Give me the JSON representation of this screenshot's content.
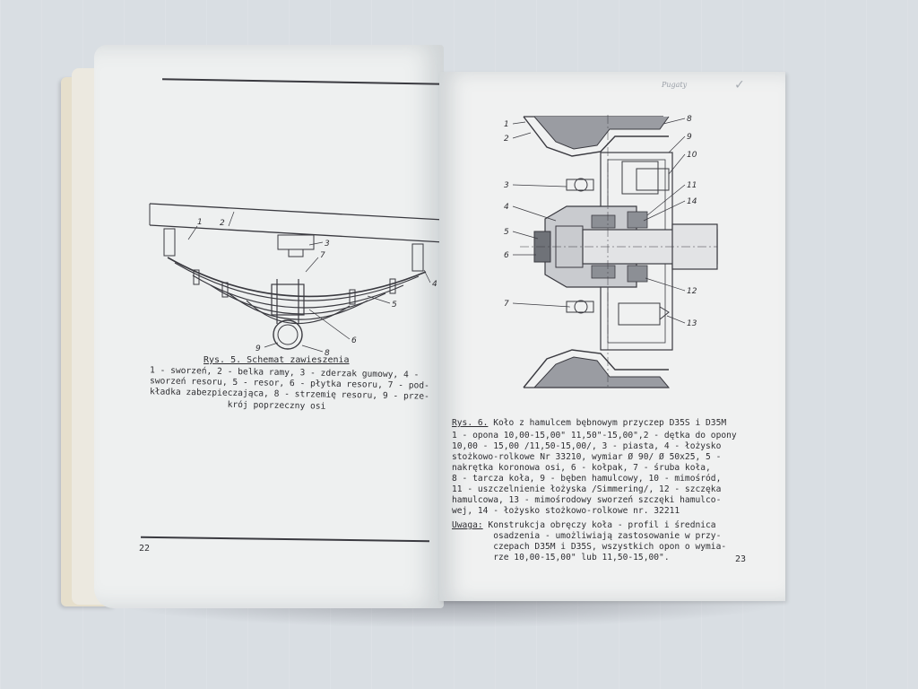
{
  "left_page": {
    "figure_labels": [
      "1",
      "2",
      "3",
      "4",
      "5",
      "6",
      "7",
      "8",
      "9"
    ],
    "caption_title": "Rys. 5. Schemat zawieszenia",
    "caption_lines": [
      "1 - sworzeń, 2 - belka ramy, 3 - zderzak gumowy, 4 -",
      "sworzeń resoru, 5 - resor, 6 - płytka resoru, 7 - pod-",
      "kładka zabezpieczająca, 8 - strzemię resoru, 9 - prze-",
      "               krój poprzeczny osi"
    ],
    "page_number": "22"
  },
  "right_page": {
    "corner_note": "Pugaty",
    "figure_labels": [
      "1",
      "2",
      "3",
      "4",
      "5",
      "6",
      "7",
      "8",
      "9",
      "10",
      "11",
      "14",
      "12",
      "13"
    ],
    "caption_title": "Rys. 6.",
    "caption_title_rest": " Koło z hamulcem bębnowym przyczep D35S i D35M",
    "caption_lines": [
      "1 - opona 10,00-15,00\" 11,50\"-15,00\",2 - dętka do opony",
      "10,00 - 15,00 /11,50-15,00/, 3 - piasta, 4 - łożysko",
      "stożkowo-rolkowe Nr 33210, wymiar Ø 90/ Ø 50x25, 5 -",
      "nakrętka koronowa osi, 6 - kołpak, 7 - śruba koła,",
      "8 - tarcza koła, 9 - bęben hamulcowy, 10 - mimośród,",
      "11 - uszczelnienie łożyska /Simmering/, 12 - szczęka",
      "hamulcowa, 13 - mimośrodowy sworzeń szczęki hamulco-",
      "wej, 14 - łożysko stożkowo-rolkowe nr. 32211"
    ],
    "note_label": "Uwaga:",
    "note_lines": [
      " Konstrukcja obręczy koła - profil i średnica",
      "        osadzenia - umożliwiają zastosowanie w przy-",
      "        czepach D35M i D35S, wszystkich opon o wymia-",
      "        rze 10,00-15,00\" lub 11,50-15,00\"."
    ],
    "page_number": "23"
  }
}
